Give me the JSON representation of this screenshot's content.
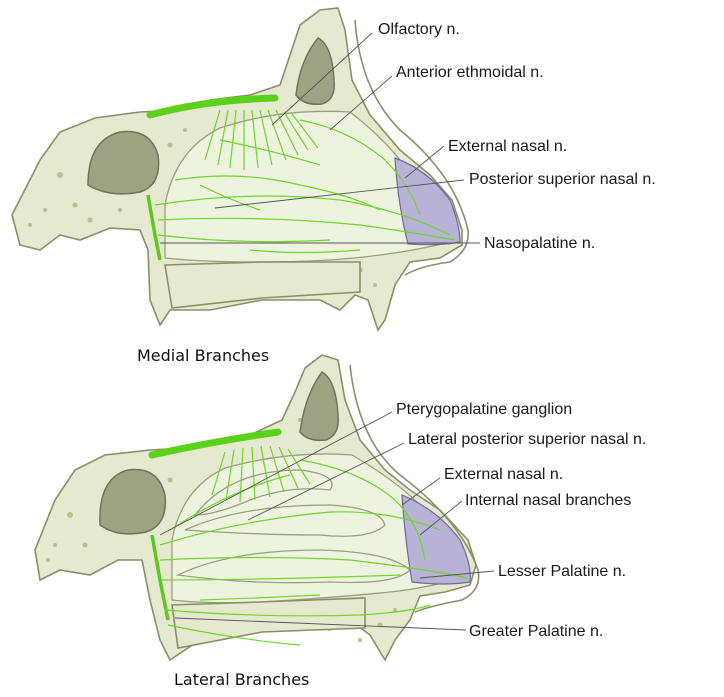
{
  "medial": {
    "caption": "Medial Branches",
    "labels": {
      "olfactory": "Olfactory n.",
      "anterior_ethmoidal": "Anterior ethmoidal n.",
      "external_nasal": "External nasal n.",
      "posterior_superior_nasal": "Posterior superior nasal n.",
      "nasopalatine": "Nasopalatine n."
    }
  },
  "lateral": {
    "caption": "Lateral Branches",
    "labels": {
      "pterygopalatine_ganglion": "Pterygopalatine ganglion",
      "lateral_posterior_superior_nasal": "Lateral posterior superior nasal n.",
      "external_nasal": "External nasal n.",
      "internal_nasal_branches": "Internal nasal branches",
      "lesser_palatine": "Lesser Palatine n.",
      "greater_palatine": "Greater Palatine n."
    }
  },
  "colors": {
    "nerve": "#6fd62a",
    "bone": "#e4e9cf",
    "cartilage": "#b7b2d6",
    "sinus": "#9ea383"
  }
}
